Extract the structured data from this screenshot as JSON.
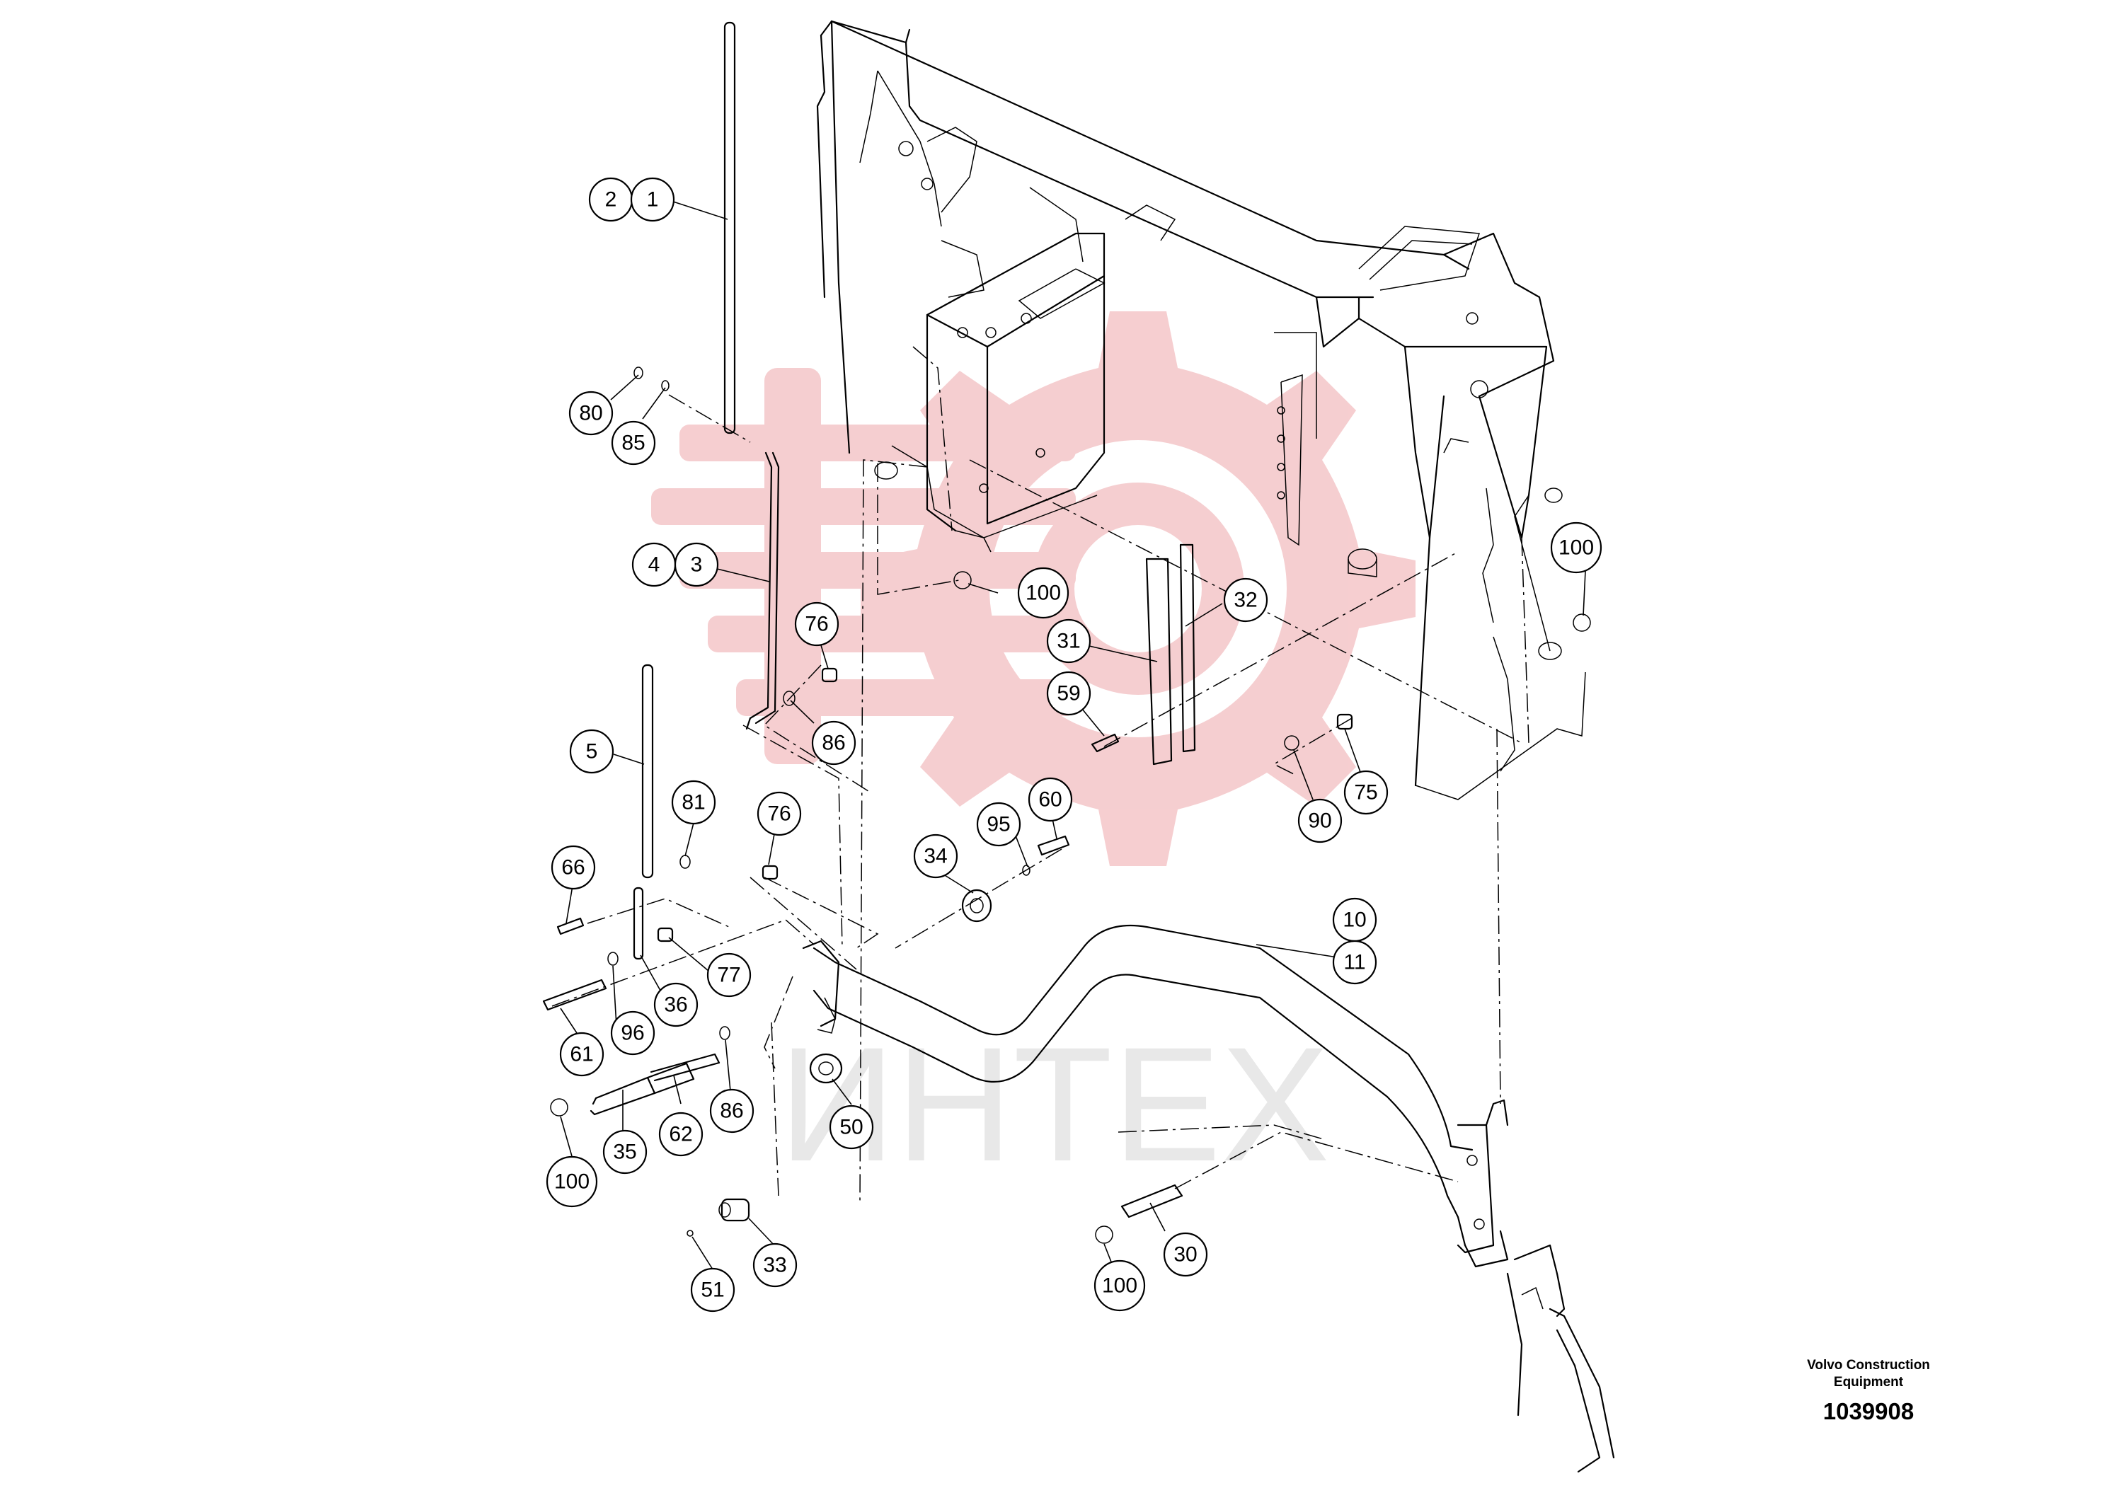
{
  "watermark": {
    "text": "ИНТЕХ",
    "color_red": "#f4c6c8",
    "color_grey": "#e4e4e4"
  },
  "corner": {
    "maker": "Volvo Construction Equipment",
    "doc_number": "1039908"
  },
  "callouts": [
    {
      "id": "c2",
      "label": "2"
    },
    {
      "id": "c1",
      "label": "1"
    },
    {
      "id": "c80",
      "label": "80"
    },
    {
      "id": "c85",
      "label": "85"
    },
    {
      "id": "c4",
      "label": "4"
    },
    {
      "id": "c3",
      "label": "3"
    },
    {
      "id": "c76a",
      "label": "76"
    },
    {
      "id": "c86a",
      "label": "86"
    },
    {
      "id": "c100a",
      "label": "100"
    },
    {
      "id": "c100b",
      "label": "100"
    },
    {
      "id": "c32",
      "label": "32"
    },
    {
      "id": "c31",
      "label": "31"
    },
    {
      "id": "c59",
      "label": "59"
    },
    {
      "id": "c75",
      "label": "75"
    },
    {
      "id": "c90",
      "label": "90"
    },
    {
      "id": "c5",
      "label": "5"
    },
    {
      "id": "c81",
      "label": "81"
    },
    {
      "id": "c66",
      "label": "66"
    },
    {
      "id": "c76b",
      "label": "76"
    },
    {
      "id": "c95",
      "label": "95"
    },
    {
      "id": "c60",
      "label": "60"
    },
    {
      "id": "c34",
      "label": "34"
    },
    {
      "id": "c10",
      "label": "10"
    },
    {
      "id": "c11",
      "label": "11"
    },
    {
      "id": "c77",
      "label": "77"
    },
    {
      "id": "c36",
      "label": "36"
    },
    {
      "id": "c96",
      "label": "96"
    },
    {
      "id": "c61",
      "label": "61"
    },
    {
      "id": "c86b",
      "label": "86"
    },
    {
      "id": "c62",
      "label": "62"
    },
    {
      "id": "c35",
      "label": "35"
    },
    {
      "id": "c100c",
      "label": "100"
    },
    {
      "id": "c50",
      "label": "50"
    },
    {
      "id": "c33",
      "label": "33"
    },
    {
      "id": "c51",
      "label": "51"
    },
    {
      "id": "c30",
      "label": "30"
    },
    {
      "id": "c100d",
      "label": "100"
    }
  ]
}
